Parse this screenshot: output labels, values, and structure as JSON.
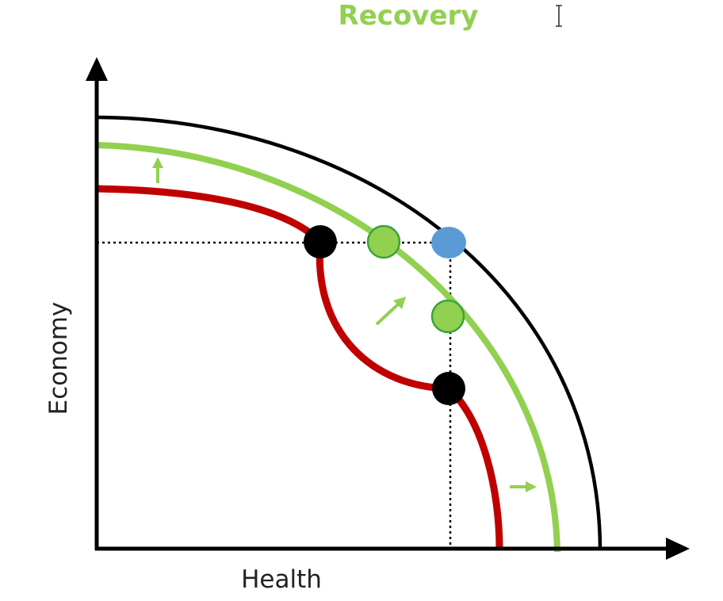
{
  "title": "Recovery",
  "x_axis_label": "Health",
  "y_axis_label": "Economy",
  "icons": {
    "cursor": "text-cursor-icon",
    "arrows": "arrow-icon"
  },
  "colors": {
    "title": "#92d050",
    "outer_frontier": "#000000",
    "recovery_frontier": "#92d050",
    "crisis_frontier": "#c00000",
    "crisis_point": "#000000",
    "recovery_point_fill": "#92d050",
    "recovery_point_stroke": "#3aa33a",
    "original_point": "#5b9bd5",
    "shift_arrow": "#92d050",
    "axis": "#000000",
    "guide_line": "#000000"
  }
}
